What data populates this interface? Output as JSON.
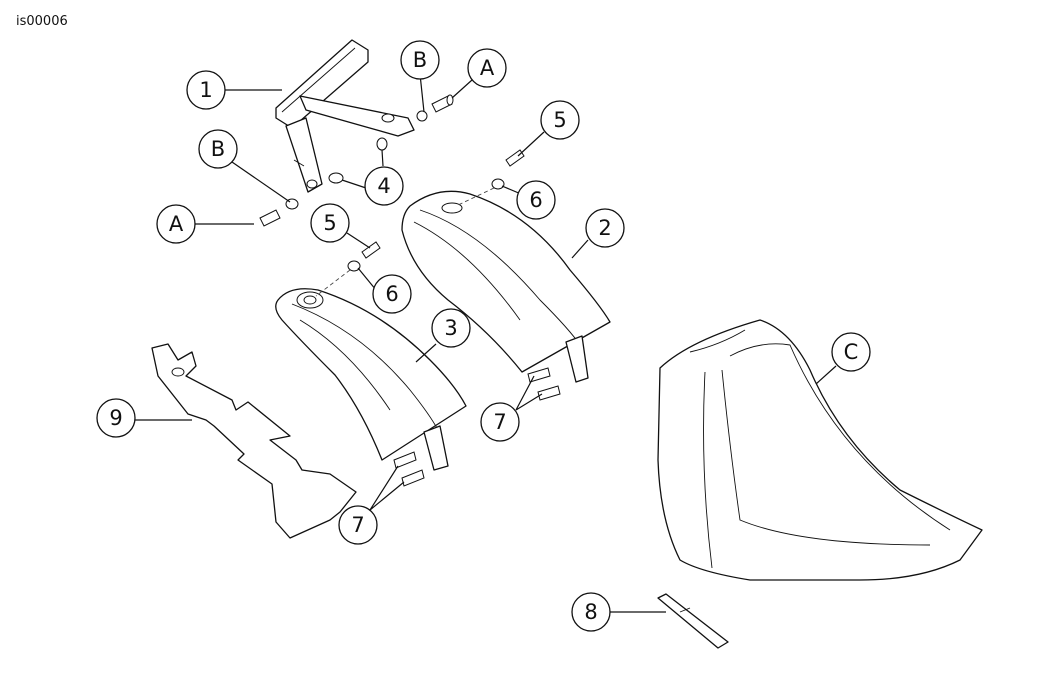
{
  "figure_id": "is00006",
  "callouts": {
    "c1": "1",
    "c2": "2",
    "c3": "3",
    "c4": "4",
    "c5a": "5",
    "c5b": "5",
    "c6a": "6",
    "c6b": "6",
    "c7a": "7",
    "c7b": "7",
    "c8": "8",
    "c9": "9",
    "cA1": "A",
    "cA2": "A",
    "cB1": "B",
    "cB2": "B",
    "cC": "C"
  }
}
